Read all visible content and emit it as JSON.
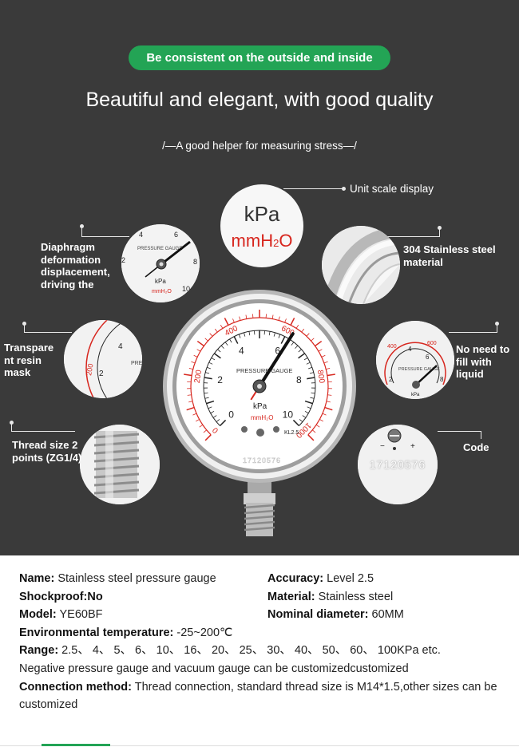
{
  "hero": {
    "pill": "Be consistent on the outside and inside",
    "title": "Beautiful and elegant, with good quality",
    "subtitle": "/—A good helper for measuring stress—/",
    "callouts": {
      "unit": "Unit scale display",
      "steel": "304 Stainless steel material",
      "diaphragm": "Diaphragm deformation displacement, driving the",
      "resin": "Transpare nt resin mask",
      "liquid": "No need to fill with liquid",
      "thread": "Thread size 2 points (ZG1/4)",
      "code": "Code"
    },
    "unit_box": {
      "kpa": "kPa",
      "mmh": "mmH",
      "sub": "2",
      "o": "O"
    },
    "gauge": {
      "brand": "PRESSURE GAUGE",
      "unit": "kPa",
      "unit2": "mmH₂O",
      "class": "KL2.5",
      "serial": "17120576",
      "inner_ticks": [
        "0",
        "2",
        "4",
        "6",
        "8",
        "10"
      ],
      "outer_ticks": [
        "0",
        "200",
        "400",
        "600",
        "800",
        "1000"
      ],
      "value": 0.62
    },
    "code_text": "17120576"
  },
  "specs": {
    "name_label": "Name:",
    "name": " Stainless steel pressure gauge",
    "accuracy_label": "Accuracy:",
    "accuracy": " Level 2.5",
    "shock_label": "Shockproof:",
    "shock": "No",
    "material_label": "Material:",
    "material": " Stainless steel",
    "model_label": "Model:",
    "model": " YE60BF",
    "diameter_label": "Nominal diameter:",
    "diameter": " 60MM",
    "env_label": "Environmental temperature:",
    "env": " -25~200℃",
    "range_label": "Range:",
    "range": " 2.5、 4、 5、 6、 10、 16、 20、 25、 30、 40、 50、 60、 100KPa etc.",
    "negative": "Negative pressure gauge and vacuum gauge can be customizedcustomized",
    "conn_label": "Connection method:",
    "conn": " Thread connection, standard thread size is M14*1.5,other sizes can be customized"
  },
  "colors": {
    "accent": "#23a455",
    "hero_bg": "#3a3a3a",
    "red": "#d7261e"
  }
}
